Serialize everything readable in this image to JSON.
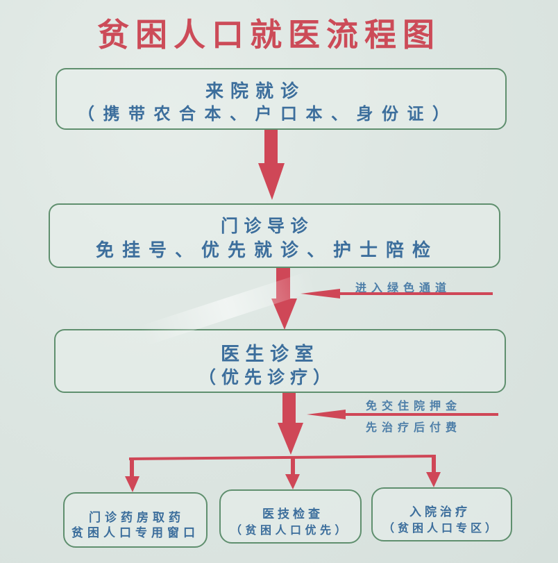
{
  "title": "贫困人口就医流程图",
  "steps": [
    {
      "title": "来院就诊",
      "detail": "（携带农合本、户口本、身份证）"
    },
    {
      "title": "门诊导诊",
      "detail": "免挂号、优先就诊、护士陪检"
    },
    {
      "title": "医生诊室",
      "detail": "（优先诊疗）"
    }
  ],
  "side_notes": [
    {
      "lines": [
        "进入绿色通道"
      ]
    },
    {
      "lines": [
        "免交住院押金",
        "先治疗后付费"
      ]
    }
  ],
  "branches": [
    {
      "title": "门诊药房取药",
      "detail": "贫困人口专用窗口"
    },
    {
      "title": "医技检查",
      "detail": "（贫困人口优先）"
    },
    {
      "title": "入院治疗",
      "detail": "（贫困人口专区）"
    }
  ],
  "colors": {
    "title_red": "#cc4b58",
    "arrow_red": "#cf4757",
    "text_blue": "#3c6e9c",
    "border_green": "#5f8f6e",
    "background": "#dde6e2"
  }
}
